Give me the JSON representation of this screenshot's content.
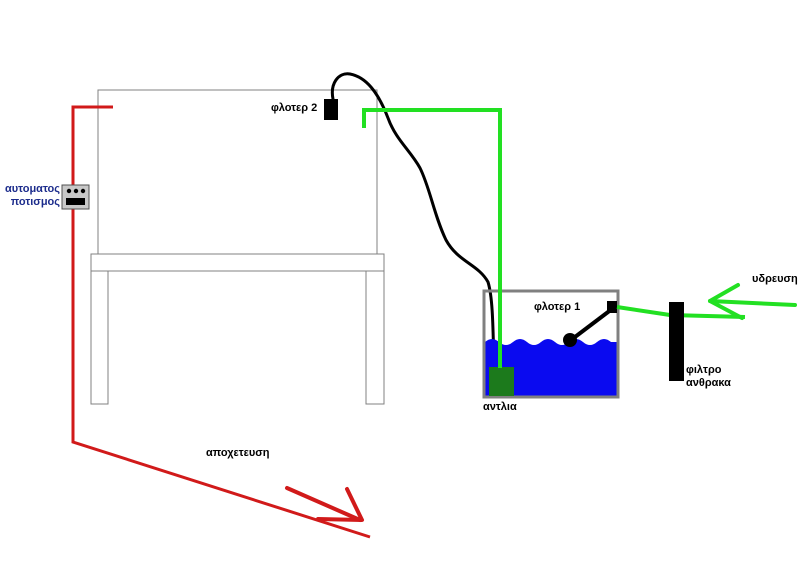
{
  "labels": {
    "floater2": "φλοτερ 2",
    "floater1": "φλοτερ 1",
    "pump": "αντλια",
    "water_supply": "υδρευση",
    "carbon_filter_line1": "φιλτρο",
    "carbon_filter_line2": "ανθρακα",
    "auto_watering_line1": "αυτοματος",
    "auto_watering_line2": "ποτισμος",
    "drain": "αποχετευση"
  },
  "colors": {
    "background": "#ffffff",
    "drain_pipe": "#d11a1a",
    "clean_pipe": "#22e022",
    "water": "#0a0af0",
    "pump": "#1c7a1c",
    "tank_frame": "#808080",
    "cable": "#000000",
    "auto_label": "#1c2c8c"
  }
}
